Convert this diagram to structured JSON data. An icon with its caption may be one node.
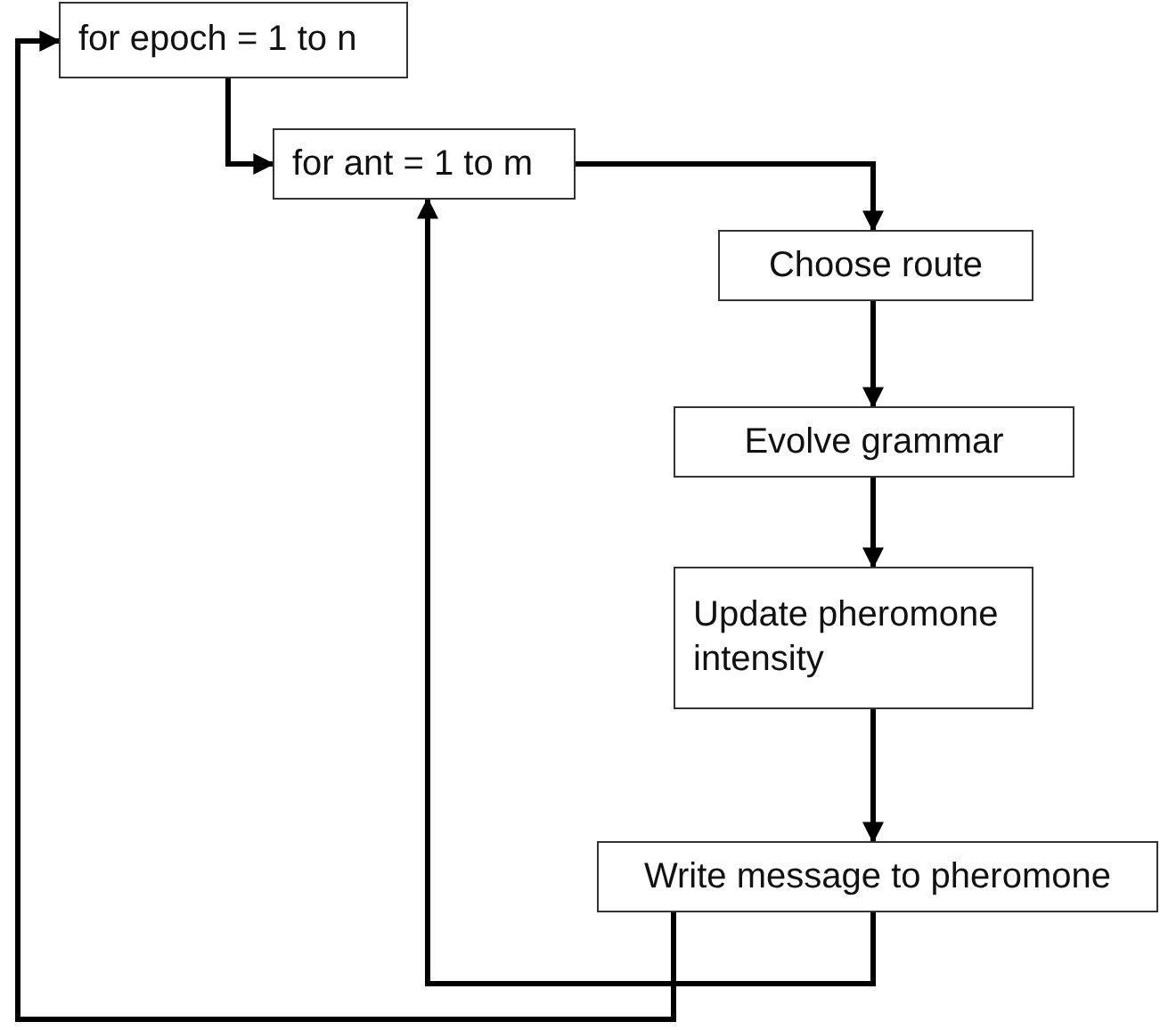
{
  "diagram": {
    "nodes": [
      {
        "text": [
          "for epoch = 1 to n"
        ]
      },
      {
        "text": [
          "for ant = 1 to m"
        ]
      },
      {
        "text": [
          "Choose route"
        ]
      },
      {
        "text": [
          "Evolve grammar"
        ]
      },
      {
        "text": [
          "Update pheromone intensity"
        ]
      },
      {
        "text": [
          "Write message to pheromone"
        ]
      }
    ],
    "edges": [
      {
        "from": 0,
        "to": 1,
        "arrow": "to"
      },
      {
        "from": 1,
        "to": 2,
        "arrow": "to"
      },
      {
        "from": 2,
        "to": 3,
        "arrow": "to"
      },
      {
        "from": 3,
        "to": 4,
        "arrow": "to"
      },
      {
        "from": 4,
        "to": 5,
        "arrow": "to"
      },
      {
        "from": 5,
        "to": 1,
        "arrow": "to"
      },
      {
        "from": 5,
        "to": 0,
        "arrow": "to"
      }
    ]
  }
}
